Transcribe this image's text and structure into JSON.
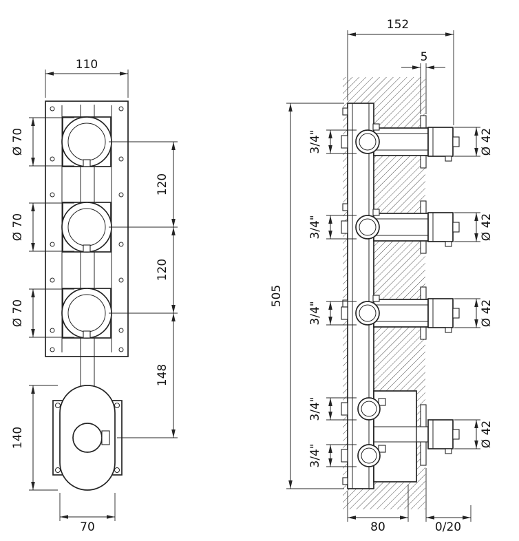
{
  "front_view": {
    "top_width": "110",
    "knob_diameters": [
      "Ø 70",
      "Ø 70",
      "Ø 70"
    ],
    "spacings": [
      "120",
      "120",
      "148"
    ],
    "body_height": "140",
    "body_width": "70"
  },
  "side_view": {
    "total_depth": "152",
    "trim_thickness": "5",
    "total_height": "505",
    "thread_labels": [
      "3/4\"",
      "3/4\"",
      "3/4\"",
      "3/4\"",
      "3/4\""
    ],
    "outlet_diameters": [
      "Ø 42",
      "Ø 42",
      "Ø 42",
      "Ø 42"
    ],
    "rough_in_depth": "80",
    "adjustment_range": "0/20"
  }
}
